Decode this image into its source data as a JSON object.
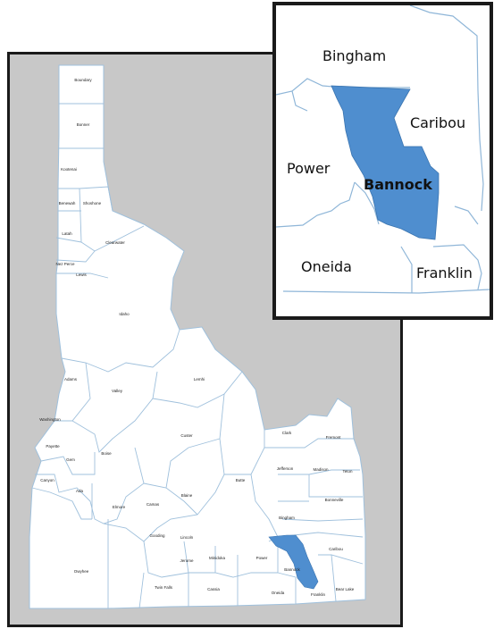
{
  "map": {
    "highlight_color": "#4f8ecf",
    "main_counties": [
      "Boundary",
      "Bonner",
      "Kootenai",
      "Shoshone",
      "Benewah",
      "Latah",
      "Clearwater",
      "Nez Perce",
      "Lewis",
      "Idaho",
      "Adams",
      "Valley",
      "Lemhi",
      "Washington",
      "Payette",
      "Gem",
      "Boise",
      "Canyon",
      "Ada",
      "Owyhee",
      "Elmore",
      "Camas",
      "Blaine",
      "Custer",
      "Butte",
      "Clark",
      "Fremont",
      "Jefferson",
      "Madison",
      "Teton",
      "Bonneville",
      "Bingham",
      "Power",
      "Bannock",
      "Caribou",
      "Bear Lake",
      "Franklin",
      "Oneida",
      "Cassia",
      "Twin Falls",
      "Jerome",
      "Gooding",
      "Lincoln",
      "Minidoka"
    ],
    "inset": {
      "highlighted_county": "Bannock",
      "labels": {
        "bingham": "Bingham",
        "caribou": "Caribou",
        "power": "Power",
        "bannock": "Bannock",
        "oneida": "Oneida",
        "franklin": "Franklin"
      }
    }
  }
}
